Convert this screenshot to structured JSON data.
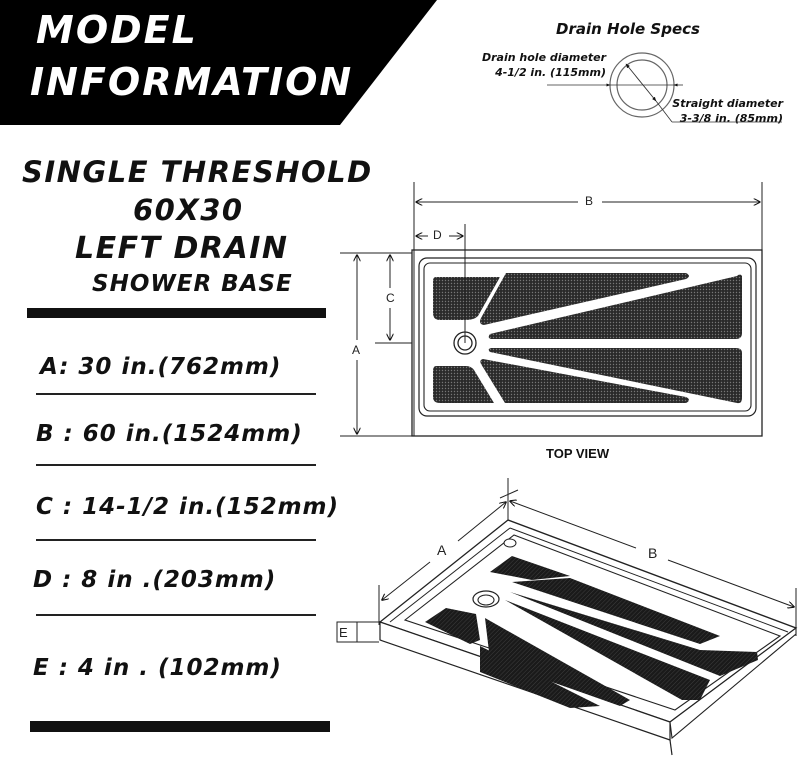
{
  "banner": {
    "line1": "MODEL",
    "line2": "INFORMATION",
    "background_color": "#000000",
    "text_color": "#ffffff"
  },
  "product": {
    "line1": "SINGLE THRESHOLD",
    "line2": "60X30",
    "line3": "LEFT DRAIN",
    "line4": "SHOWER BASE"
  },
  "specs": [
    {
      "key": "A",
      "text": "A:  30 in.(762mm)"
    },
    {
      "key": "B",
      "text": "B : 60 in.(1524mm)"
    },
    {
      "key": "C",
      "text": "C :  14-1/2 in.(152mm)"
    },
    {
      "key": "D",
      "text": "D : 8 in .(203mm)"
    },
    {
      "key": "E",
      "text": "E : 4 in . (102mm)"
    }
  ],
  "drain_specs": {
    "title": "Drain Hole Specs",
    "hole_label": "Drain hole diameter",
    "hole_value": "4-1/2 in. (115mm)",
    "straight_label": "Straight diameter",
    "straight_value": "3-3/8 in. (85mm)"
  },
  "top_view": {
    "caption": "TOP VIEW",
    "dim_labels": {
      "a": "A",
      "b": "B",
      "c": "C",
      "d": "D"
    }
  },
  "iso_view": {
    "dim_labels": {
      "a": "A",
      "b": "B",
      "e": "E"
    }
  }
}
